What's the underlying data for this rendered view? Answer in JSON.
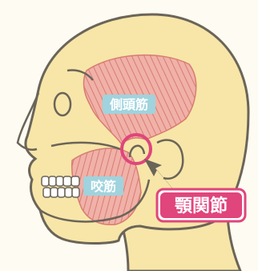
{
  "labels": {
    "temporalis": "側頭筋",
    "masseter": "咬筋",
    "tmj": "顎関節"
  },
  "colors": {
    "background": "#fdfbf2",
    "skin": "#f7e6a8",
    "outline": "#6b6458",
    "muscle": "#f0b1a8",
    "muscle_stripe": "#d87c72",
    "label_box": "#9fd3de",
    "accent": "#e0457b",
    "tooth": "#ffffff"
  }
}
